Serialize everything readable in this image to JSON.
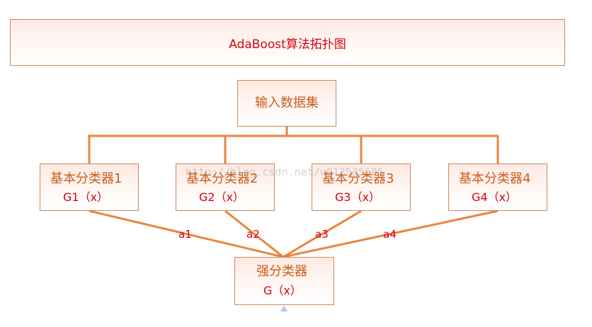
{
  "title": "AdaBoost算法拓扑图",
  "input": {
    "label": "输入数据集"
  },
  "classifiers": [
    {
      "name": "基本分类器1",
      "func": "G1（x）"
    },
    {
      "name": "基本分类器2",
      "func": "G2（x）"
    },
    {
      "name": "基本分类器3",
      "func": "G3（x）"
    },
    {
      "name": "基本分类器4",
      "func": "G4（x）"
    }
  ],
  "weights": [
    "a1",
    "a2",
    "a3",
    "a4"
  ],
  "output": {
    "name": "强分类器",
    "func": "G（x）"
  },
  "watermark": "http://blog.csdn.net/u012535605",
  "colors": {
    "connector": "#e8843c",
    "box_border": "#c98a5c",
    "title_text": "#d8000f",
    "label_text": "#c95d1a"
  }
}
